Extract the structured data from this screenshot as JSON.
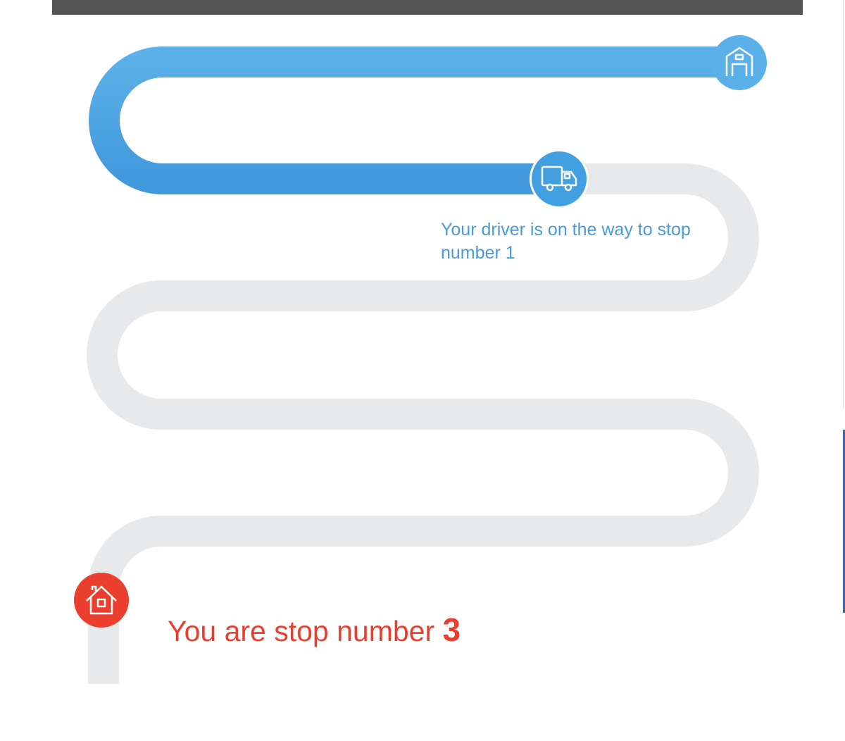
{
  "tracker": {
    "driver_status": "Your driver is on the way to stop number 1",
    "stop_message_prefix": "You are stop number",
    "stop_number": "3"
  },
  "route": {
    "progress_fraction": 0.3,
    "stops": [
      {
        "role": "origin",
        "icon": "warehouse-icon"
      },
      {
        "role": "driver",
        "icon": "truck-icon"
      },
      {
        "role": "destination",
        "icon": "home-icon"
      }
    ]
  },
  "colors": {
    "route_done": "#4aa3e2",
    "route_pending": "#e8e9eb",
    "accent_red": "#ea3f2f",
    "header_bar": "#545454",
    "status_text": "#4a9ad9"
  }
}
